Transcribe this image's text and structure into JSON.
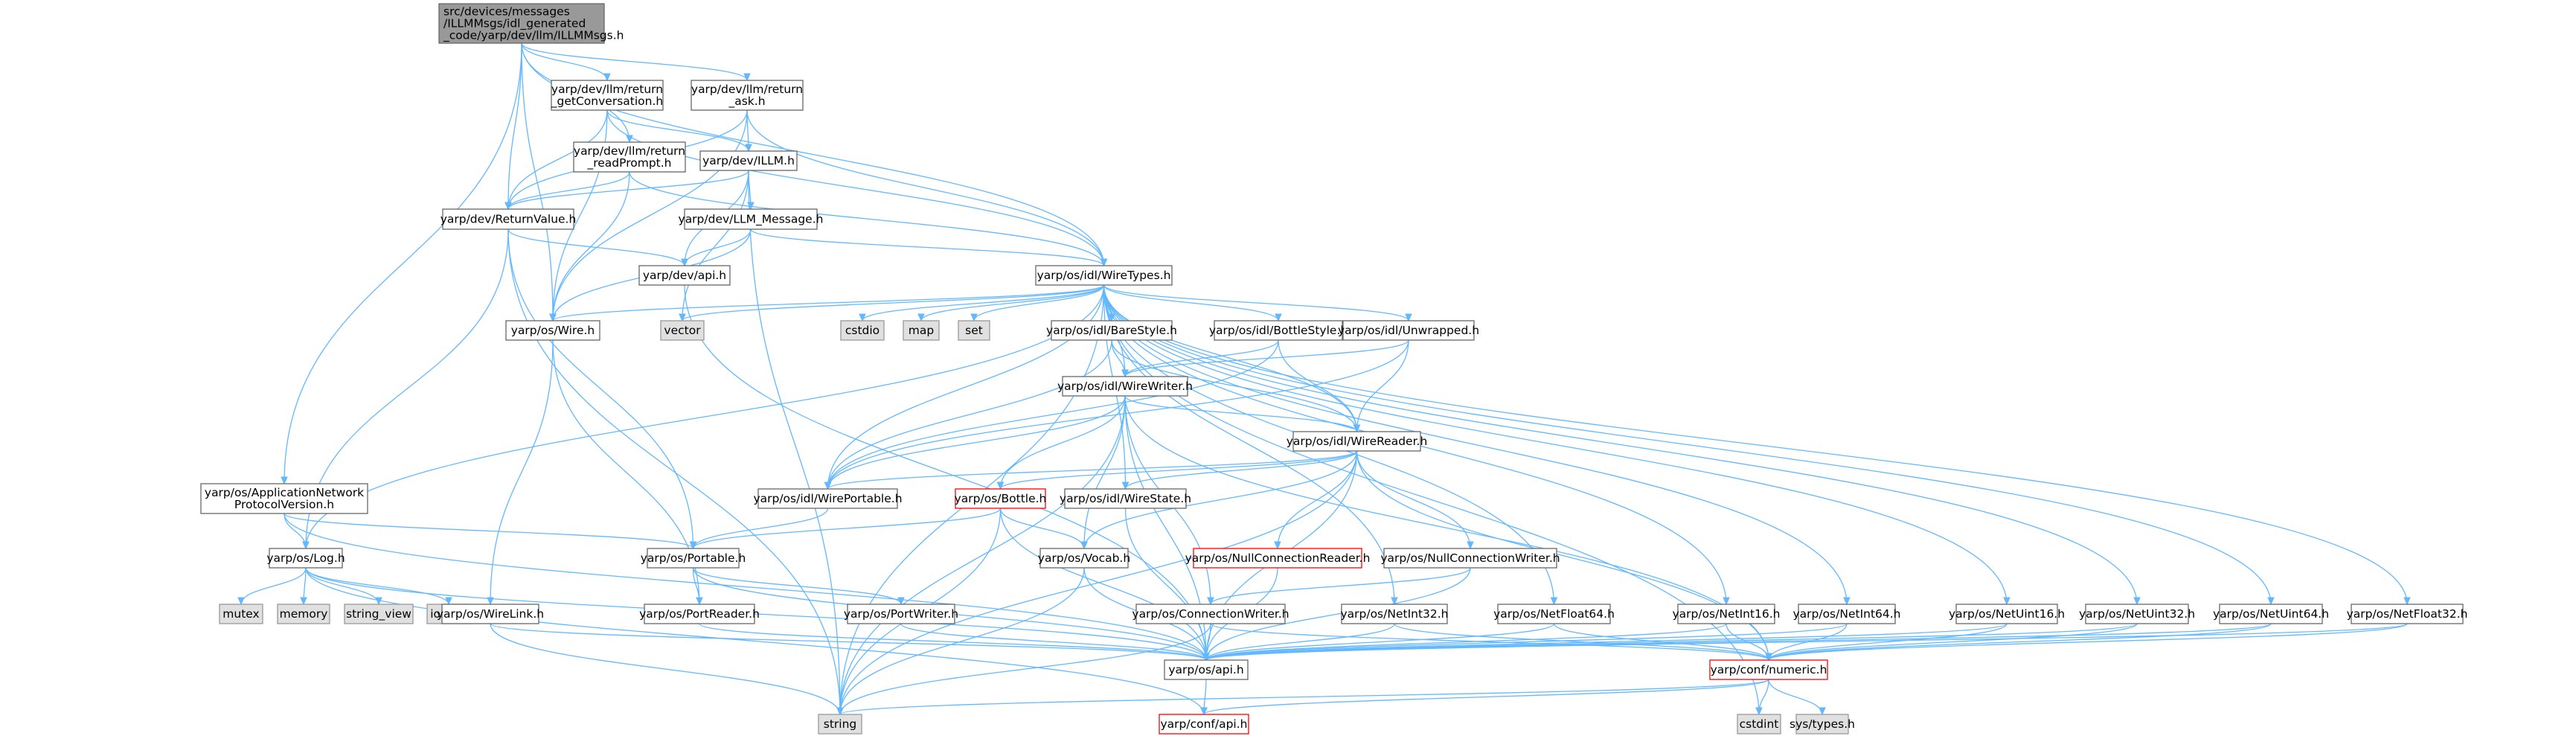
{
  "nodes": {
    "root": [
      "src/devices/messages",
      "/ILLMMsgs/idl_generated",
      "_code/yarp/dev/llm/ILLMMsgs.h"
    ],
    "getConversation": [
      "yarp/dev/llm/return",
      "_getConversation.h"
    ],
    "ask": [
      "yarp/dev/llm/return",
      "_ask.h"
    ],
    "readPrompt": [
      "yarp/dev/llm/return",
      "_readPrompt.h"
    ],
    "ILLM": [
      "yarp/dev/ILLM.h"
    ],
    "returnValue": [
      "yarp/dev/ReturnValue.h"
    ],
    "llmMessage": [
      "yarp/dev/LLM_Message.h"
    ],
    "devApi": [
      "yarp/dev/api.h"
    ],
    "wireTypes": [
      "yarp/os/idl/WireTypes.h"
    ],
    "wire": [
      "yarp/os/Wire.h"
    ],
    "vector": [
      "vector"
    ],
    "cstdio": [
      "cstdio"
    ],
    "map": [
      "map"
    ],
    "set": [
      "set"
    ],
    "bareStyle": [
      "yarp/os/idl/BareStyle.h"
    ],
    "bottleStyle": [
      "yarp/os/idl/BottleStyle.h"
    ],
    "unwrapped": [
      "yarp/os/idl/Unwrapped.h"
    ],
    "wireWriter": [
      "yarp/os/idl/WireWriter.h"
    ],
    "wireReader": [
      "yarp/os/idl/WireReader.h"
    ],
    "appNetVer": [
      "yarp/os/ApplicationNetwork",
      "ProtocolVersion.h"
    ],
    "wirePortable": [
      "yarp/os/idl/WirePortable.h"
    ],
    "bottle": [
      "yarp/os/Bottle.h"
    ],
    "wireState": [
      "yarp/os/idl/WireState.h"
    ],
    "log": [
      "yarp/os/Log.h"
    ],
    "portable": [
      "yarp/os/Portable.h"
    ],
    "vocab": [
      "yarp/os/Vocab.h"
    ],
    "nullConnReader": [
      "yarp/os/NullConnectionReader.h"
    ],
    "nullConnWriter": [
      "yarp/os/NullConnectionWriter.h"
    ],
    "mutex": [
      "mutex"
    ],
    "memory": [
      "memory"
    ],
    "stringView": [
      "string_view"
    ],
    "iosfwd": [
      "iosfwd"
    ],
    "wireLink": [
      "yarp/os/WireLink.h"
    ],
    "portReader": [
      "yarp/os/PortReader.h"
    ],
    "portWriter": [
      "yarp/os/PortWriter.h"
    ],
    "connWriter": [
      "yarp/os/ConnectionWriter.h"
    ],
    "netInt32": [
      "yarp/os/NetInt32.h"
    ],
    "netFloat64": [
      "yarp/os/NetFloat64.h"
    ],
    "netInt16": [
      "yarp/os/NetInt16.h"
    ],
    "netInt64": [
      "yarp/os/NetInt64.h"
    ],
    "netUint16": [
      "yarp/os/NetUint16.h"
    ],
    "netUint32": [
      "yarp/os/NetUint32.h"
    ],
    "netUint64": [
      "yarp/os/NetUint64.h"
    ],
    "netFloat32": [
      "yarp/os/NetFloat32.h"
    ],
    "osApi": [
      "yarp/os/api.h"
    ],
    "confNumeric": [
      "yarp/conf/numeric.h"
    ],
    "string": [
      "string"
    ],
    "confApi": [
      "yarp/conf/api.h"
    ],
    "cstdint": [
      "cstdint"
    ],
    "sysTypes": [
      "sys/types.h"
    ]
  },
  "edges": [
    [
      "root",
      "getConversation"
    ],
    [
      "root",
      "ask"
    ],
    [
      "root",
      "readPrompt"
    ],
    [
      "root",
      "returnValue"
    ],
    [
      "root",
      "wireTypes"
    ],
    [
      "root",
      "wire"
    ],
    [
      "root",
      "appNetVer"
    ],
    [
      "getConversation",
      "returnValue"
    ],
    [
      "getConversation",
      "ILLM"
    ],
    [
      "getConversation",
      "wireTypes"
    ],
    [
      "getConversation",
      "wire"
    ],
    [
      "ask",
      "returnValue"
    ],
    [
      "ask",
      "ILLM"
    ],
    [
      "ask",
      "wireTypes"
    ],
    [
      "ask",
      "wire"
    ],
    [
      "readPrompt",
      "returnValue"
    ],
    [
      "readPrompt",
      "wireTypes"
    ],
    [
      "readPrompt",
      "wire"
    ],
    [
      "ILLM",
      "returnValue"
    ],
    [
      "ILLM",
      "llmMessage"
    ],
    [
      "ILLM",
      "devApi"
    ],
    [
      "ILLM",
      "vector"
    ],
    [
      "ILLM",
      "string"
    ],
    [
      "llmMessage",
      "devApi"
    ],
    [
      "llmMessage",
      "wireTypes"
    ],
    [
      "llmMessage",
      "wire"
    ],
    [
      "returnValue",
      "devApi"
    ],
    [
      "returnValue",
      "log"
    ],
    [
      "returnValue",
      "portable"
    ],
    [
      "returnValue",
      "string"
    ],
    [
      "devApi",
      "osApi"
    ],
    [
      "wireTypes",
      "wire"
    ],
    [
      "wireTypes",
      "vector"
    ],
    [
      "wireTypes",
      "cstdio"
    ],
    [
      "wireTypes",
      "map"
    ],
    [
      "wireTypes",
      "set"
    ],
    [
      "wireTypes",
      "bareStyle"
    ],
    [
      "wireTypes",
      "bottleStyle"
    ],
    [
      "wireTypes",
      "unwrapped"
    ],
    [
      "wireTypes",
      "wireWriter"
    ],
    [
      "wireTypes",
      "wireReader"
    ],
    [
      "wireTypes",
      "wirePortable"
    ],
    [
      "wireTypes",
      "wireState"
    ],
    [
      "wireTypes",
      "log"
    ],
    [
      "wireTypes",
      "netInt32"
    ],
    [
      "wireTypes",
      "netFloat64"
    ],
    [
      "wireTypes",
      "netInt16"
    ],
    [
      "wireTypes",
      "netInt64"
    ],
    [
      "wireTypes",
      "netUint16"
    ],
    [
      "wireTypes",
      "netUint32"
    ],
    [
      "wireTypes",
      "netUint64"
    ],
    [
      "wireTypes",
      "netFloat32"
    ],
    [
      "wireTypes",
      "string"
    ],
    [
      "wireTypes",
      "cstdint"
    ],
    [
      "wire",
      "wireLink"
    ],
    [
      "wire",
      "portReader"
    ],
    [
      "bareStyle",
      "wireWriter"
    ],
    [
      "bareStyle",
      "wireReader"
    ],
    [
      "bareStyle",
      "wirePortable"
    ],
    [
      "bottleStyle",
      "wireWriter"
    ],
    [
      "bottleStyle",
      "wireReader"
    ],
    [
      "bottleStyle",
      "wirePortable"
    ],
    [
      "unwrapped",
      "wireWriter"
    ],
    [
      "unwrapped",
      "wireReader"
    ],
    [
      "unwrapped",
      "wirePortable"
    ],
    [
      "wireWriter",
      "wireReader"
    ],
    [
      "wireWriter",
      "wirePortable"
    ],
    [
      "wireWriter",
      "bottle"
    ],
    [
      "wireWriter",
      "vocab"
    ],
    [
      "wireWriter",
      "connWriter"
    ],
    [
      "wireWriter",
      "osApi"
    ],
    [
      "wireWriter",
      "string"
    ],
    [
      "wireWriter",
      "confNumeric"
    ],
    [
      "wireReader",
      "wirePortable"
    ],
    [
      "wireReader",
      "wireState"
    ],
    [
      "wireReader",
      "bottle"
    ],
    [
      "wireReader",
      "vocab"
    ],
    [
      "wireReader",
      "nullConnReader"
    ],
    [
      "wireReader",
      "nullConnWriter"
    ],
    [
      "wireReader",
      "osApi"
    ],
    [
      "wireReader",
      "string"
    ],
    [
      "wireReader",
      "confNumeric"
    ],
    [
      "appNetVer",
      "log"
    ],
    [
      "appNetVer",
      "portable"
    ],
    [
      "appNetVer",
      "osApi"
    ],
    [
      "wirePortable",
      "portable"
    ],
    [
      "bottle",
      "portable"
    ],
    [
      "bottle",
      "vocab"
    ],
    [
      "bottle",
      "string"
    ],
    [
      "bottle",
      "osApi"
    ],
    [
      "wireState",
      "osApi"
    ],
    [
      "log",
      "mutex"
    ],
    [
      "log",
      "memory"
    ],
    [
      "log",
      "stringView"
    ],
    [
      "log",
      "iosfwd"
    ],
    [
      "log",
      "osApi"
    ],
    [
      "log",
      "confApi"
    ],
    [
      "portable",
      "portReader"
    ],
    [
      "portable",
      "portWriter"
    ],
    [
      "portable",
      "osApi"
    ],
    [
      "vocab",
      "string"
    ],
    [
      "vocab",
      "osApi"
    ],
    [
      "nullConnReader",
      "osApi"
    ],
    [
      "nullConnWriter",
      "connWriter"
    ],
    [
      "nullConnWriter",
      "osApi"
    ],
    [
      "wireLink",
      "osApi"
    ],
    [
      "wireLink",
      "string"
    ],
    [
      "portReader",
      "osApi"
    ],
    [
      "portWriter",
      "osApi"
    ],
    [
      "connWriter",
      "osApi"
    ],
    [
      "connWriter",
      "string"
    ],
    [
      "connWriter",
      "confNumeric"
    ],
    [
      "netInt32",
      "osApi"
    ],
    [
      "netInt32",
      "confNumeric"
    ],
    [
      "netFloat64",
      "osApi"
    ],
    [
      "netFloat64",
      "confNumeric"
    ],
    [
      "netInt16",
      "osApi"
    ],
    [
      "netInt16",
      "confNumeric"
    ],
    [
      "netInt64",
      "osApi"
    ],
    [
      "netInt64",
      "confNumeric"
    ],
    [
      "netUint16",
      "osApi"
    ],
    [
      "netUint16",
      "confNumeric"
    ],
    [
      "netUint32",
      "osApi"
    ],
    [
      "netUint32",
      "confNumeric"
    ],
    [
      "netUint64",
      "osApi"
    ],
    [
      "netUint64",
      "confNumeric"
    ],
    [
      "netFloat32",
      "osApi"
    ],
    [
      "netFloat32",
      "confNumeric"
    ],
    [
      "osApi",
      "confApi"
    ],
    [
      "confNumeric",
      "string"
    ],
    [
      "confNumeric",
      "cstdint"
    ],
    [
      "confNumeric",
      "sysTypes"
    ],
    [
      "confNumeric",
      "confApi"
    ]
  ]
}
